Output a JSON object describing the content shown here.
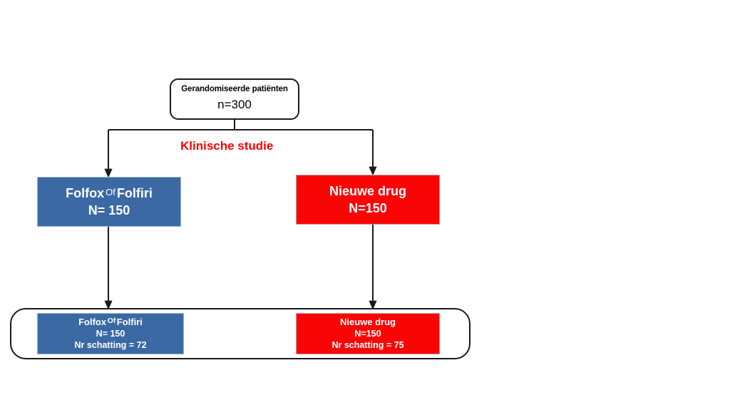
{
  "diagram": {
    "title_node": {
      "line1": "Gerandomiseerde patiënten",
      "line2": "n=300"
    },
    "branch_label": "Klinische studie",
    "arms": {
      "control_mid": {
        "name_a": "Folfox",
        "name_joiner": "Of",
        "name_b": "Folfiri",
        "count": "N= 150"
      },
      "treatment_mid": {
        "name": "Nieuwe drug",
        "count": "N=150"
      },
      "control_bottom": {
        "name_a": "Folfox",
        "name_joiner": "Of",
        "name_b": "Folfiri",
        "count": "N= 150",
        "estimate": "Nr schatting  = 72"
      },
      "treatment_bottom": {
        "name": "Nieuwe drug",
        "count": "N=150",
        "estimate": "Nr schatting = 75"
      }
    },
    "colors": {
      "control": "#3A69A4",
      "treatment": "#FA0505",
      "branch_label": "#FF0000",
      "outline": "#1A1A1A",
      "background": "#FFFFFF"
    }
  }
}
